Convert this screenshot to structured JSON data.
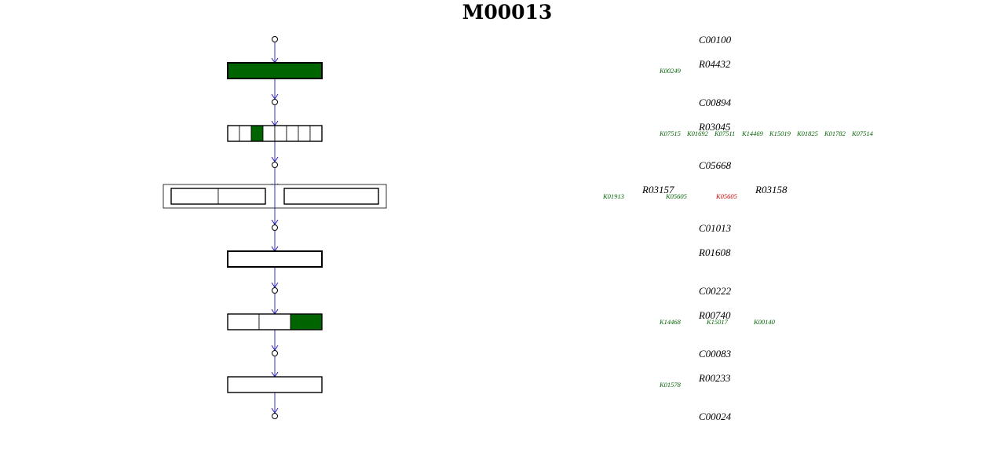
{
  "title": "M00013",
  "colors": {
    "present": "#006400",
    "missing": "#ffffff",
    "ko_text": "#006400",
    "ko_alert": "#cc0000",
    "arrow": "#0000aa"
  },
  "compounds": [
    "C00100",
    "C00894",
    "C05668",
    "C01013",
    "C00222",
    "C00083",
    "C00024"
  ],
  "steps": [
    {
      "reactions": [
        "R04432"
      ],
      "boxes": [
        [
          true
        ]
      ],
      "orthologs": [
        {
          "id": "K00249",
          "color": "ok"
        }
      ]
    },
    {
      "reactions": [
        "R03045"
      ],
      "boxes": [
        [
          false,
          false,
          true,
          false,
          false,
          false,
          false,
          false
        ]
      ],
      "orthologs": [
        {
          "id": "K07515",
          "color": "ok"
        },
        {
          "id": "K01692",
          "color": "ok"
        },
        {
          "id": "K07511",
          "color": "ok"
        },
        {
          "id": "K14469",
          "color": "ok"
        },
        {
          "id": "K15019",
          "color": "ok"
        },
        {
          "id": "K01825",
          "color": "ok"
        },
        {
          "id": "K01782",
          "color": "ok"
        },
        {
          "id": "K07514",
          "color": "ok"
        }
      ]
    },
    {
      "reactions": [
        "R03157",
        "R03158"
      ],
      "boxes": [
        [
          false,
          false
        ],
        [
          false
        ]
      ],
      "orthologs": [
        {
          "id": "K01913",
          "color": "ok"
        },
        {
          "id": "K05605",
          "color": "ok"
        },
        {
          "id": "K05605",
          "color": "alert"
        }
      ]
    },
    {
      "reactions": [
        "R01608"
      ],
      "boxes": [
        [
          false
        ]
      ],
      "orthologs": []
    },
    {
      "reactions": [
        "R00740"
      ],
      "boxes": [
        [
          false,
          false,
          true
        ]
      ],
      "orthologs": [
        {
          "id": "K14468",
          "color": "ok"
        },
        {
          "id": "K15017",
          "color": "ok"
        },
        {
          "id": "K00140",
          "color": "ok"
        }
      ]
    },
    {
      "reactions": [
        "R00233"
      ],
      "boxes": [
        [
          false
        ]
      ],
      "orthologs": [
        {
          "id": "K01578",
          "color": "ok"
        }
      ]
    }
  ]
}
